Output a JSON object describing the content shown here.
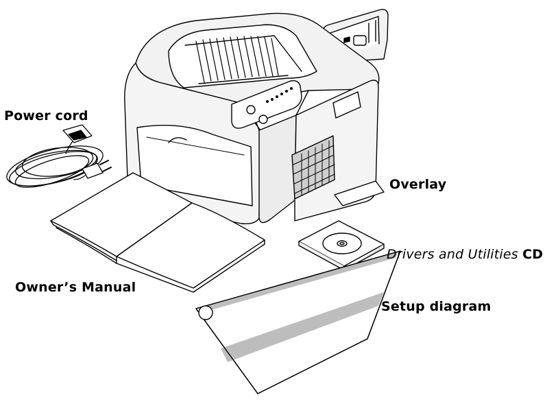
{
  "labels": {
    "power_cord": "Power cord",
    "overlay": "Overlay",
    "drivers_cd_italic": "Drivers and Utilities",
    "drivers_cd_suffix": "CD",
    "owners_manual": "Owner’s Manual",
    "setup_diagram": "Setup diagram"
  },
  "colors": {
    "line": "#000000",
    "paper": "#ffffff",
    "printer_body": "#f2f2f2",
    "shade": "#cfcfcf",
    "band": "#bdbdbd",
    "disc": "#ffffff"
  },
  "icons": [
    "printer-illustration",
    "power-cord-illustration",
    "overlay-card-illustration",
    "cd-case-illustration",
    "manual-booklet-illustration",
    "setup-sheet-illustration"
  ]
}
